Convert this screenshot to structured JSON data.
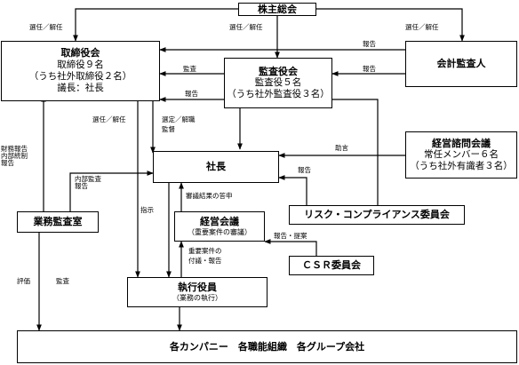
{
  "boxes": {
    "shareholders": {
      "title": "株主総会"
    },
    "board": {
      "title": "取締役会",
      "lines": [
        "取締役９名",
        "（うち社外取締役２名）",
        "議長：社長"
      ]
    },
    "auditors": {
      "title": "監査役会",
      "lines": [
        "監査役５名",
        "（うち社外監査役３名）"
      ]
    },
    "accounting_auditor": {
      "title": "会計監査人"
    },
    "advisory": {
      "title": "経営諮問会議",
      "lines": [
        "常任メンバー６名",
        "（うち社外有識者３名）"
      ]
    },
    "president": {
      "title": "社長"
    },
    "internal_audit": {
      "title": "業務監査室"
    },
    "management_meeting": {
      "title": "経営会議",
      "sub": "（重要案件の審議）"
    },
    "risk_committee": {
      "title": "リスク・コンプライアンス委員会"
    },
    "csr_committee": {
      "title": "ＣＳＲ委員会"
    },
    "officers": {
      "title": "執行役員",
      "sub": "（業務の執行）"
    },
    "companies": {
      "title": "各カンパニー　各職能組織　各グループ会社"
    }
  },
  "labels": {
    "elect1": "選任／解任",
    "elect2": "選任／解任",
    "elect3": "選任／解任",
    "report_acct": "報告",
    "audit_board": "監査",
    "report_acct2": "報告",
    "report_aud": "報告",
    "elect4": "選任／解任",
    "appoint": [
      "選定／解職",
      "監督"
    ],
    "finrep": [
      "財務報告",
      "内部統制",
      "報告"
    ],
    "advice": "助言",
    "report_risk": "報告",
    "intaudit": [
      "内部監査",
      "報告"
    ],
    "deliberation": "審議結果の答申",
    "instruct": "指示",
    "report_propose": "報告・提案",
    "important": [
      "重要案件の",
      "付議・報告"
    ],
    "evaluate": "評価",
    "audit_bottom": "監査"
  }
}
